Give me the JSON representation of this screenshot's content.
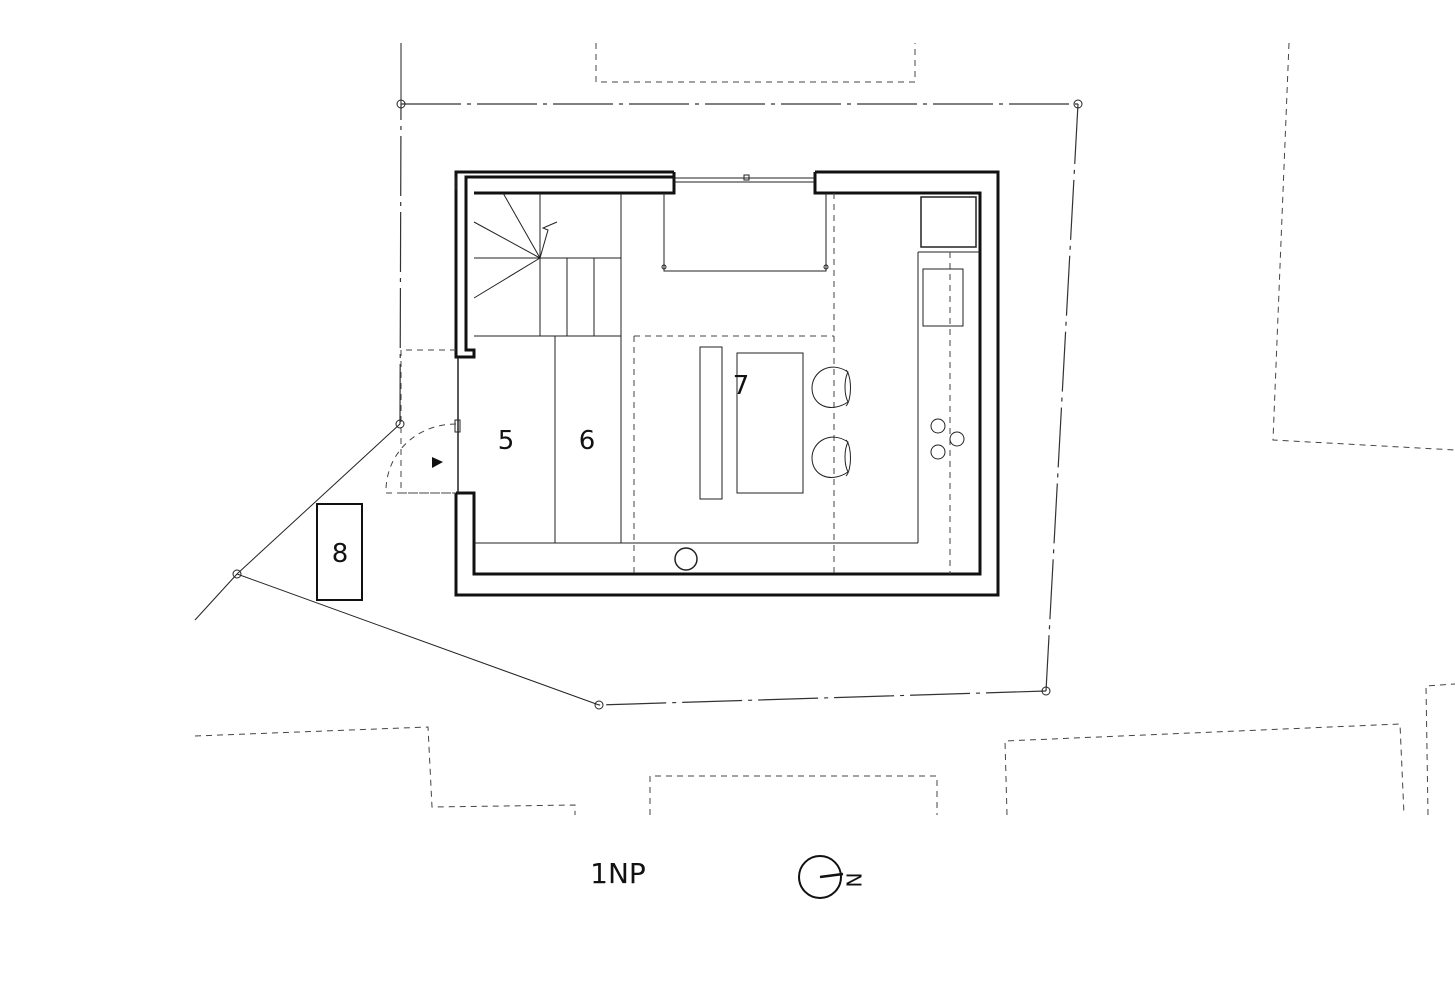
{
  "drawing": {
    "floor_label": "1NP",
    "north_label": "N"
  },
  "rooms": [
    {
      "id": "5",
      "label": "5"
    },
    {
      "id": "6",
      "label": "6"
    },
    {
      "id": "7",
      "label": "7"
    },
    {
      "id": "8",
      "label": "8"
    }
  ],
  "colors": {
    "line": "#222222",
    "background": "#ffffff"
  }
}
